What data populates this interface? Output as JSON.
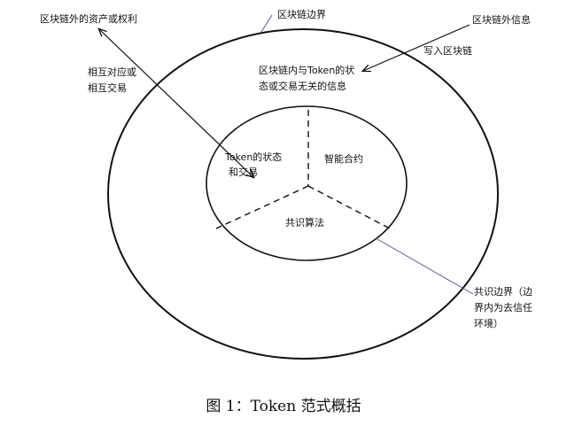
{
  "labels": {
    "offchain_assets": "区块链外的资产或权利",
    "mutual_line1": "相互对应或",
    "mutual_line2": "相互交易",
    "chain_boundary": "区块链边界",
    "offchain_info": "区块链外信息",
    "write_chain": "写入区块链",
    "onchain_info_line1": "区块链内与Token的状",
    "onchain_info_line2": "态或交易无关的信息",
    "token_state_line1": "Token的状态",
    "token_state_line2": "和交易",
    "smart_contract": "智能合约",
    "consensus_algo": "共识算法",
    "consensus_boundary_line1": "共识边界（边",
    "consensus_boundary_line2": "界内为去信任",
    "consensus_boundary_line3": "环境）"
  },
  "caption": "图 1：Token 范式概括",
  "colors": {
    "stroke": "#111111",
    "pointer_line": "#4a5aa8"
  }
}
